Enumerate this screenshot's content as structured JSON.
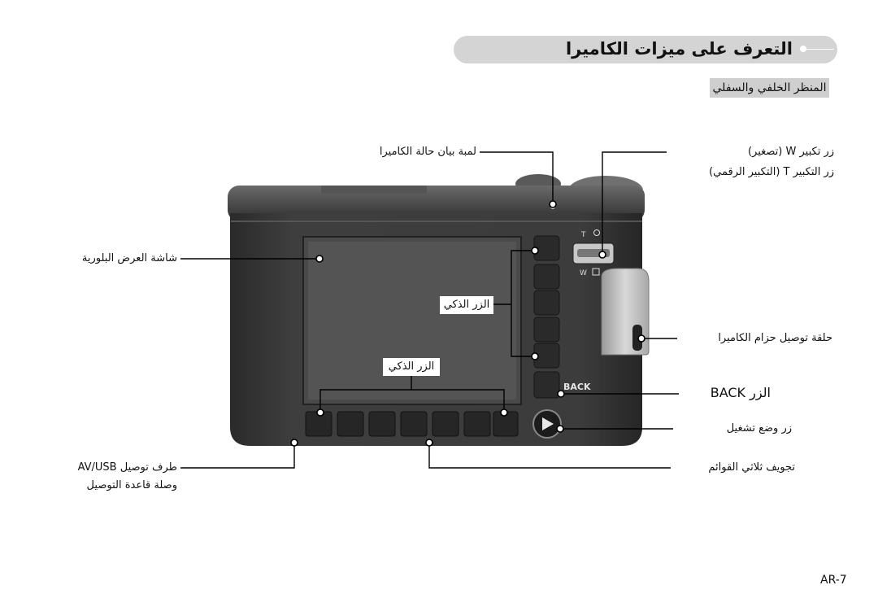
{
  "header": {
    "title": "التعرف على ميزات الكاميرا"
  },
  "section": {
    "subheading": "المنظر الخلفي والسفلي"
  },
  "labels": {
    "status_lamp": "لمبة بيان حالة الكاميرا",
    "zoom_w": "زر تكبير W (تصغير)",
    "zoom_t": "زر التكبير T (التكبير الرقمي)",
    "lcd": "شاشة العرض البلورية",
    "smart_button_vertical": "الزر الذكي",
    "smart_button_horizontal": "الزر الذكي",
    "strap_eyelet": "حلقة توصيل حزام الكاميرا",
    "back_button": "الزر BACK",
    "play_button": "زر وضع تشغيل",
    "av_usb_line1": "طرف توصيل AV/USB",
    "av_usb_line2": "وصلة قاعدة التوصيل",
    "tripod": "تجويف ثلاثي القوائم"
  },
  "camera": {
    "back_text": "BACK",
    "zoom_t": "T",
    "zoom_w": "W"
  },
  "footer": {
    "page_number": "AR-7"
  }
}
